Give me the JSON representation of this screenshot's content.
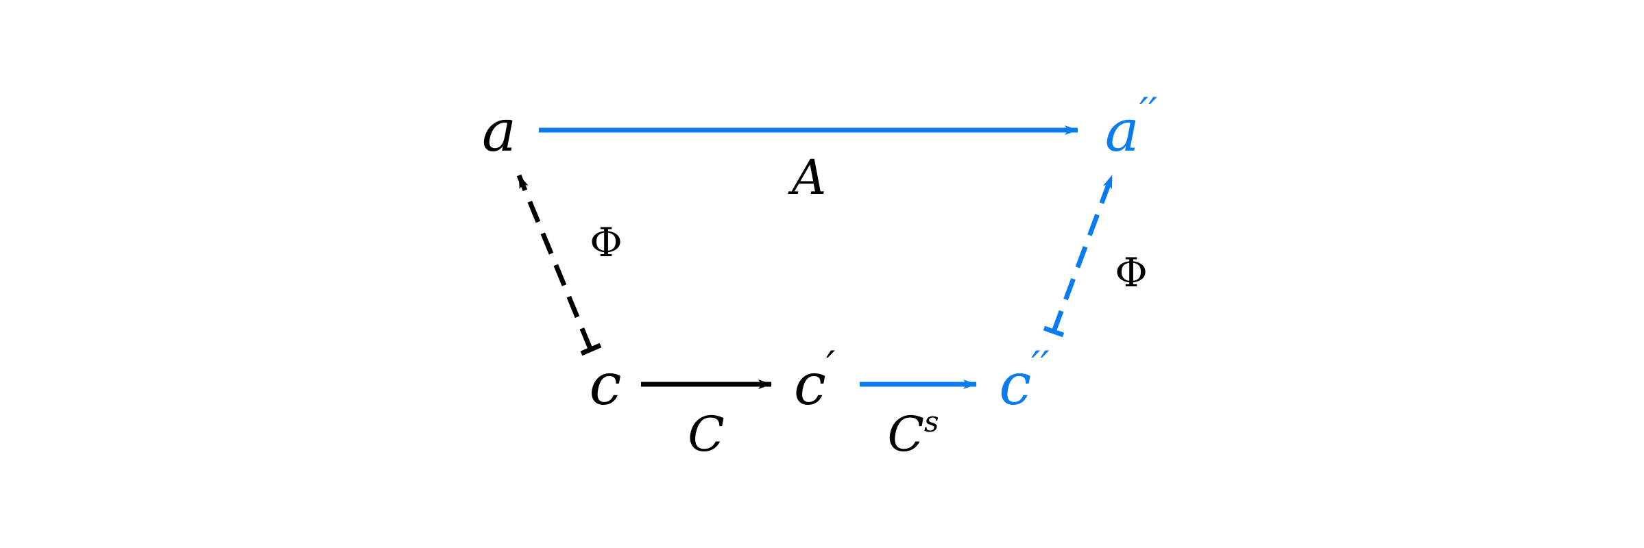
{
  "colors": {
    "black": "#000000",
    "blue": "#0a7cf0"
  },
  "nodes": {
    "a": {
      "text": "a"
    },
    "a2": {
      "base": "a",
      "prime": "′′"
    },
    "c": {
      "text": "c"
    },
    "c1": {
      "base": "c",
      "prime": "′"
    },
    "c2": {
      "base": "c",
      "prime": "′′"
    }
  },
  "edges": {
    "A": {
      "label": "A",
      "style": "solid",
      "color": "blue"
    },
    "C": {
      "label": "C",
      "style": "solid",
      "color": "black"
    },
    "Cs": {
      "base": "C",
      "sup": "s",
      "style": "solid",
      "color": "blue"
    },
    "phi_left": {
      "label": "Φ",
      "style": "dashed",
      "color": "black"
    },
    "phi_right": {
      "label": "Φ",
      "style": "dashed",
      "color": "blue"
    }
  }
}
